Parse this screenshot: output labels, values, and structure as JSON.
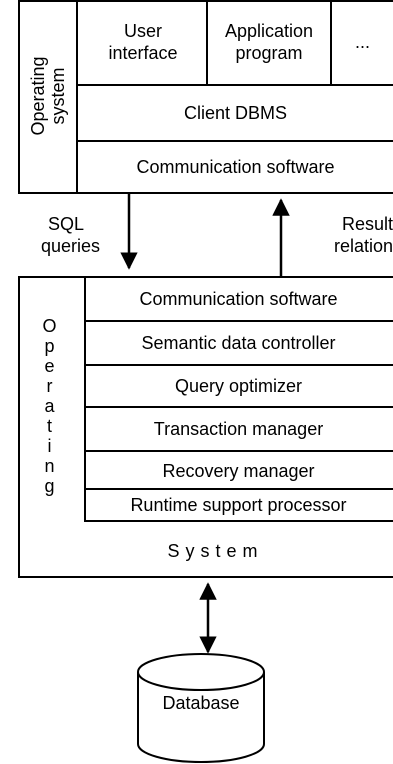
{
  "client": {
    "os_label": "Operating system",
    "user_interface": "User interface",
    "application_program": "Application program",
    "more": "...",
    "client_dbms": "Client DBMS",
    "communication_software": "Communication software"
  },
  "arrows": {
    "sql_queries": "SQL queries",
    "result_relation": "Result relation"
  },
  "server": {
    "os_letters": [
      "O",
      "p",
      "e",
      "r",
      "a",
      "t",
      "i",
      "n",
      "g"
    ],
    "layers": [
      "Communication software",
      "Semantic data controller",
      "Query optimizer",
      "Transaction manager",
      "Recovery manager",
      "Runtime support processor"
    ],
    "system_label": "System"
  },
  "database": {
    "label": "Database"
  }
}
